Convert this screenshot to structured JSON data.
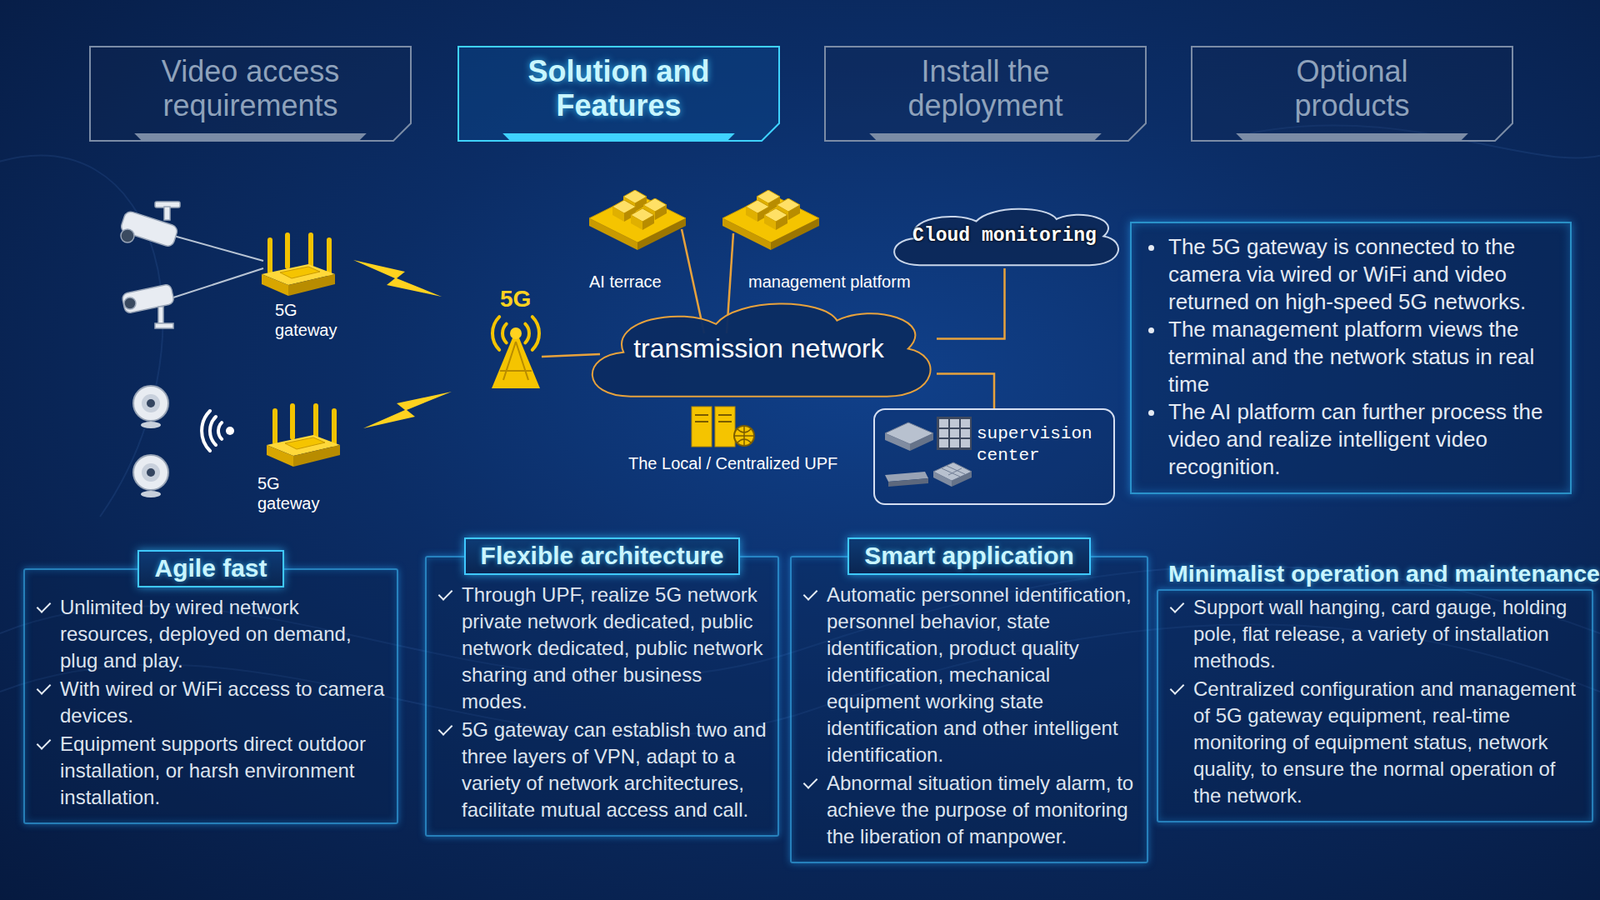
{
  "diagram": {
    "nodes": [
      {
        "text": [
          "Video access requirements"
        ]
      },
      {
        "text": [
          "Solution and Features"
        ]
      },
      {
        "text": [
          "Install the deployment"
        ]
      },
      {
        "text": [
          "Optional products"
        ]
      },
      {
        "text": [
          "Cloud monitoring"
        ]
      },
      {
        "text": [
          "transmission network"
        ]
      },
      {
        "text": [
          "supervision center"
        ]
      },
      {
        "text": [
          "The 5G gateway is connected to the camera via wired or WiFi and video returned on high-speed 5G networks.",
          "The management platform views the terminal and the network status in real time",
          "The AI platform can further process the video and realize intelligent video recognition."
        ]
      },
      {
        "text": [
          "Agile fast",
          "Unlimited by wired network resources, deployed on demand, plug and play.",
          "With wired or WiFi access to camera devices.",
          "Equipment supports direct outdoor installation, or harsh environment installation."
        ]
      },
      {
        "text": [
          "Flexible architecture",
          "Through UPF, realize 5G network private network dedicated, public network dedicated, public network sharing and other business modes.",
          "5G gateway can establish two and three layers of VPN, adapt to a variety of network architectures, facilitate mutual access and call."
        ]
      },
      {
        "text": [
          "Smart application",
          "Automatic personnel identification, personnel behavior, state identification, product quality identification, mechanical equipment working state identification and other intelligent identification.",
          "Abnormal situation timely alarm, to achieve the purpose of monitoring the liberation of manpower."
        ]
      },
      {
        "text": [
          "Minimalist operation and maintenance",
          "Support wall hanging, card gauge, holding pole, flat release, a variety of installation methods.",
          "Centralized configuration and management of 5G gateway equipment, real-time monitoring of equipment status, network quality, to ensure the normal operation of the network."
        ]
      }
    ],
    "edges": [
      {
        "from": 5,
        "to": 4,
        "arrow": "none"
      },
      {
        "from": 5,
        "to": 6,
        "arrow": "none"
      }
    ],
    "labels": [
      "5G gateway",
      "5G gateway",
      "5G",
      "AI terrace",
      "management platform",
      "The Local / Centralized UPF"
    ]
  }
}
